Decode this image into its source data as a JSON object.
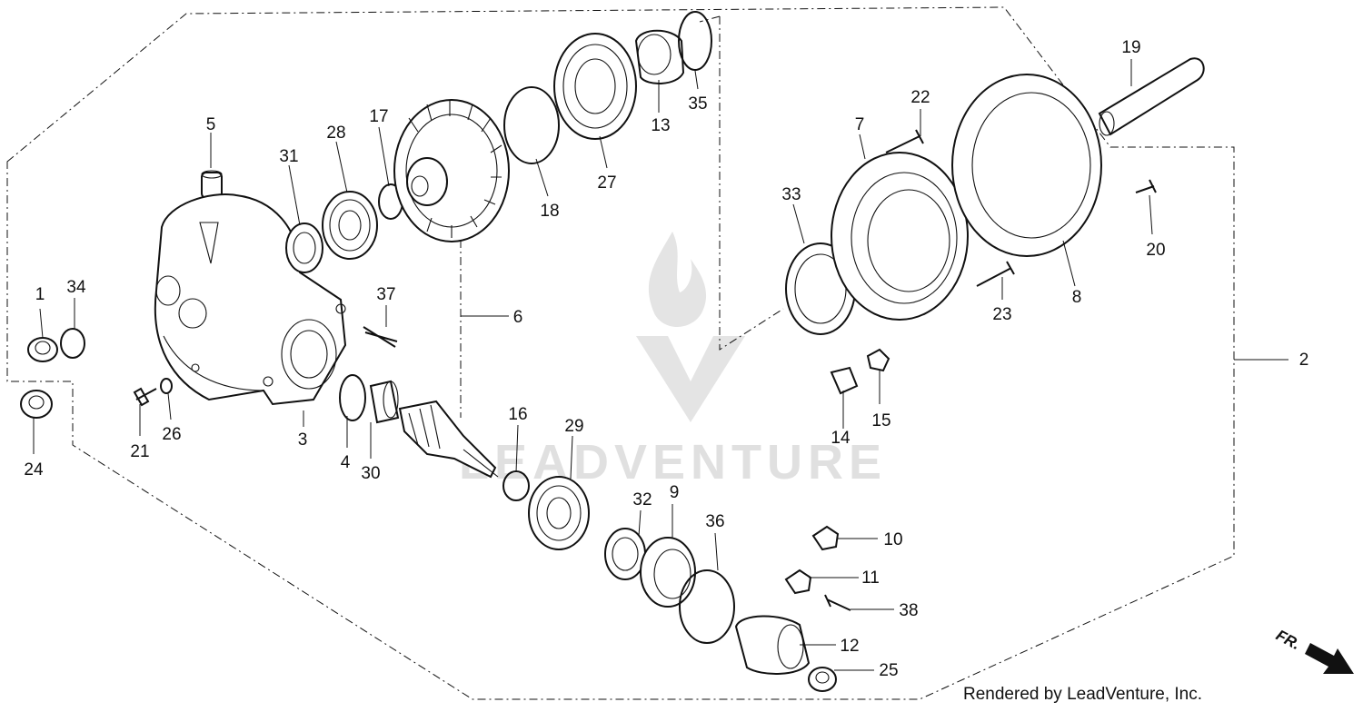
{
  "watermark": {
    "text": "LEADVENTURE"
  },
  "credit": "Rendered by LeadVenture, Inc.",
  "direction_label": "FR.",
  "callouts": [
    {
      "id": "c1",
      "label": "1"
    },
    {
      "id": "c2",
      "label": "2"
    },
    {
      "id": "c3",
      "label": "3"
    },
    {
      "id": "c4",
      "label": "4"
    },
    {
      "id": "c5",
      "label": "5"
    },
    {
      "id": "c6",
      "label": "6"
    },
    {
      "id": "c7",
      "label": "7"
    },
    {
      "id": "c8",
      "label": "8"
    },
    {
      "id": "c9",
      "label": "9"
    },
    {
      "id": "c10",
      "label": "10"
    },
    {
      "id": "c11",
      "label": "11"
    },
    {
      "id": "c12",
      "label": "12"
    },
    {
      "id": "c13",
      "label": "13"
    },
    {
      "id": "c14",
      "label": "14"
    },
    {
      "id": "c15",
      "label": "15"
    },
    {
      "id": "c16",
      "label": "16"
    },
    {
      "id": "c17",
      "label": "17"
    },
    {
      "id": "c18",
      "label": "18"
    },
    {
      "id": "c19",
      "label": "19"
    },
    {
      "id": "c20",
      "label": "20"
    },
    {
      "id": "c21",
      "label": "21"
    },
    {
      "id": "c22",
      "label": "22"
    },
    {
      "id": "c23",
      "label": "23"
    },
    {
      "id": "c24",
      "label": "24"
    },
    {
      "id": "c25",
      "label": "25"
    },
    {
      "id": "c26",
      "label": "26"
    },
    {
      "id": "c27",
      "label": "27"
    },
    {
      "id": "c28",
      "label": "28"
    },
    {
      "id": "c29",
      "label": "29"
    },
    {
      "id": "c30",
      "label": "30"
    },
    {
      "id": "c31",
      "label": "31"
    },
    {
      "id": "c32",
      "label": "32"
    },
    {
      "id": "c33",
      "label": "33"
    },
    {
      "id": "c34",
      "label": "34"
    },
    {
      "id": "c35",
      "label": "35"
    },
    {
      "id": "c36",
      "label": "36"
    },
    {
      "id": "c37",
      "label": "37"
    },
    {
      "id": "c38",
      "label": "38"
    }
  ]
}
